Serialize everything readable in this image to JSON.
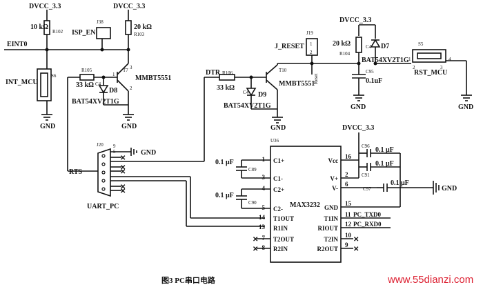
{
  "power": {
    "dvcc": "DVCC_3.3",
    "gnd": "GND"
  },
  "left_section": {
    "r102": {
      "value": "10 kΩ",
      "ref": "R102"
    },
    "j38": {
      "ref": "J38",
      "name": "ISP_EN"
    },
    "r103": {
      "value": "20 kΩ",
      "ref": "R103"
    },
    "net_eint0": "EINT0",
    "s6": {
      "ref": "S6",
      "name": "INT_MCU"
    },
    "r105": {
      "ref": "R105",
      "value": "33 kΩ"
    },
    "c4": "C4",
    "d8": "D8",
    "t7": {
      "ref": "T7",
      "part": "MMBT5551"
    },
    "diode_part": "BAT54XV2T1G",
    "t7_pins": [
      "1",
      "2",
      "3"
    ]
  },
  "middle_section": {
    "net_dtr": "DTR",
    "r106": {
      "ref": "R106",
      "value": "33 kΩ"
    },
    "c4": "C4",
    "d9": "D9",
    "diode_part": "BAT54XV2T1G",
    "t10": {
      "ref": "T10",
      "part": "MMBT5551"
    },
    "j19": {
      "ref": "J19",
      "name": "J_RESET"
    },
    "reset": "Reset",
    "j19_pins": [
      "1",
      "2"
    ]
  },
  "right_section": {
    "r104": {
      "ref": "R104",
      "value": "20 kΩ"
    },
    "c4": "C4",
    "d7": "D7",
    "c95": {
      "ref": "C95",
      "value": "0.1uF"
    },
    "diode_part": "BAT54XV2T1G",
    "s5": {
      "ref": "S5",
      "name": "RST_MCU"
    },
    "s5_pins": [
      "1",
      "2",
      "3",
      "4"
    ]
  },
  "uart": {
    "ref": "J20",
    "name": "UART_PC",
    "net_rts": "RTS",
    "gnd": "GND",
    "pin9": "9",
    "pin5": "5"
  },
  "max3232": {
    "ref": "U36",
    "name": "MAX3232",
    "left_pins": [
      {
        "num": "1",
        "name": "C1+"
      },
      {
        "num": "3",
        "name": "C1-"
      },
      {
        "num": "4",
        "name": "C2+"
      },
      {
        "num": "5",
        "name": "C2-"
      },
      {
        "num": "14",
        "name": "T1OUT"
      },
      {
        "num": "13",
        "name": "R1IN"
      },
      {
        "num": "7",
        "name": "T2OUT"
      },
      {
        "num": "8",
        "name": "R2IN"
      }
    ],
    "right_pins": [
      {
        "num": "16",
        "name": "Vcc"
      },
      {
        "num": "2",
        "name": "V+"
      },
      {
        "num": "6",
        "name": "V-"
      },
      {
        "num": "15",
        "name": "GND"
      },
      {
        "num": "11",
        "name": "T1IN"
      },
      {
        "num": "12",
        "name": "RIOUT"
      },
      {
        "num": "10",
        "name": "T2IN"
      },
      {
        "num": "9",
        "name": "R2OUT"
      }
    ],
    "net_txd": "PC_TXD0",
    "net_rxd": "PC_RXD0",
    "caps": [
      {
        "ref": "C89",
        "value": "0.1 μF"
      },
      {
        "ref": "C90",
        "value": "0.1 μF"
      },
      {
        "ref": "C96",
        "value": "0.1 μF"
      },
      {
        "ref": "C91",
        "value": "0.1 μF"
      },
      {
        "ref": "C97",
        "value": "0.1 μF"
      }
    ]
  },
  "caption": "图3  PC串口电路",
  "watermark": "www.55dianzi.com"
}
